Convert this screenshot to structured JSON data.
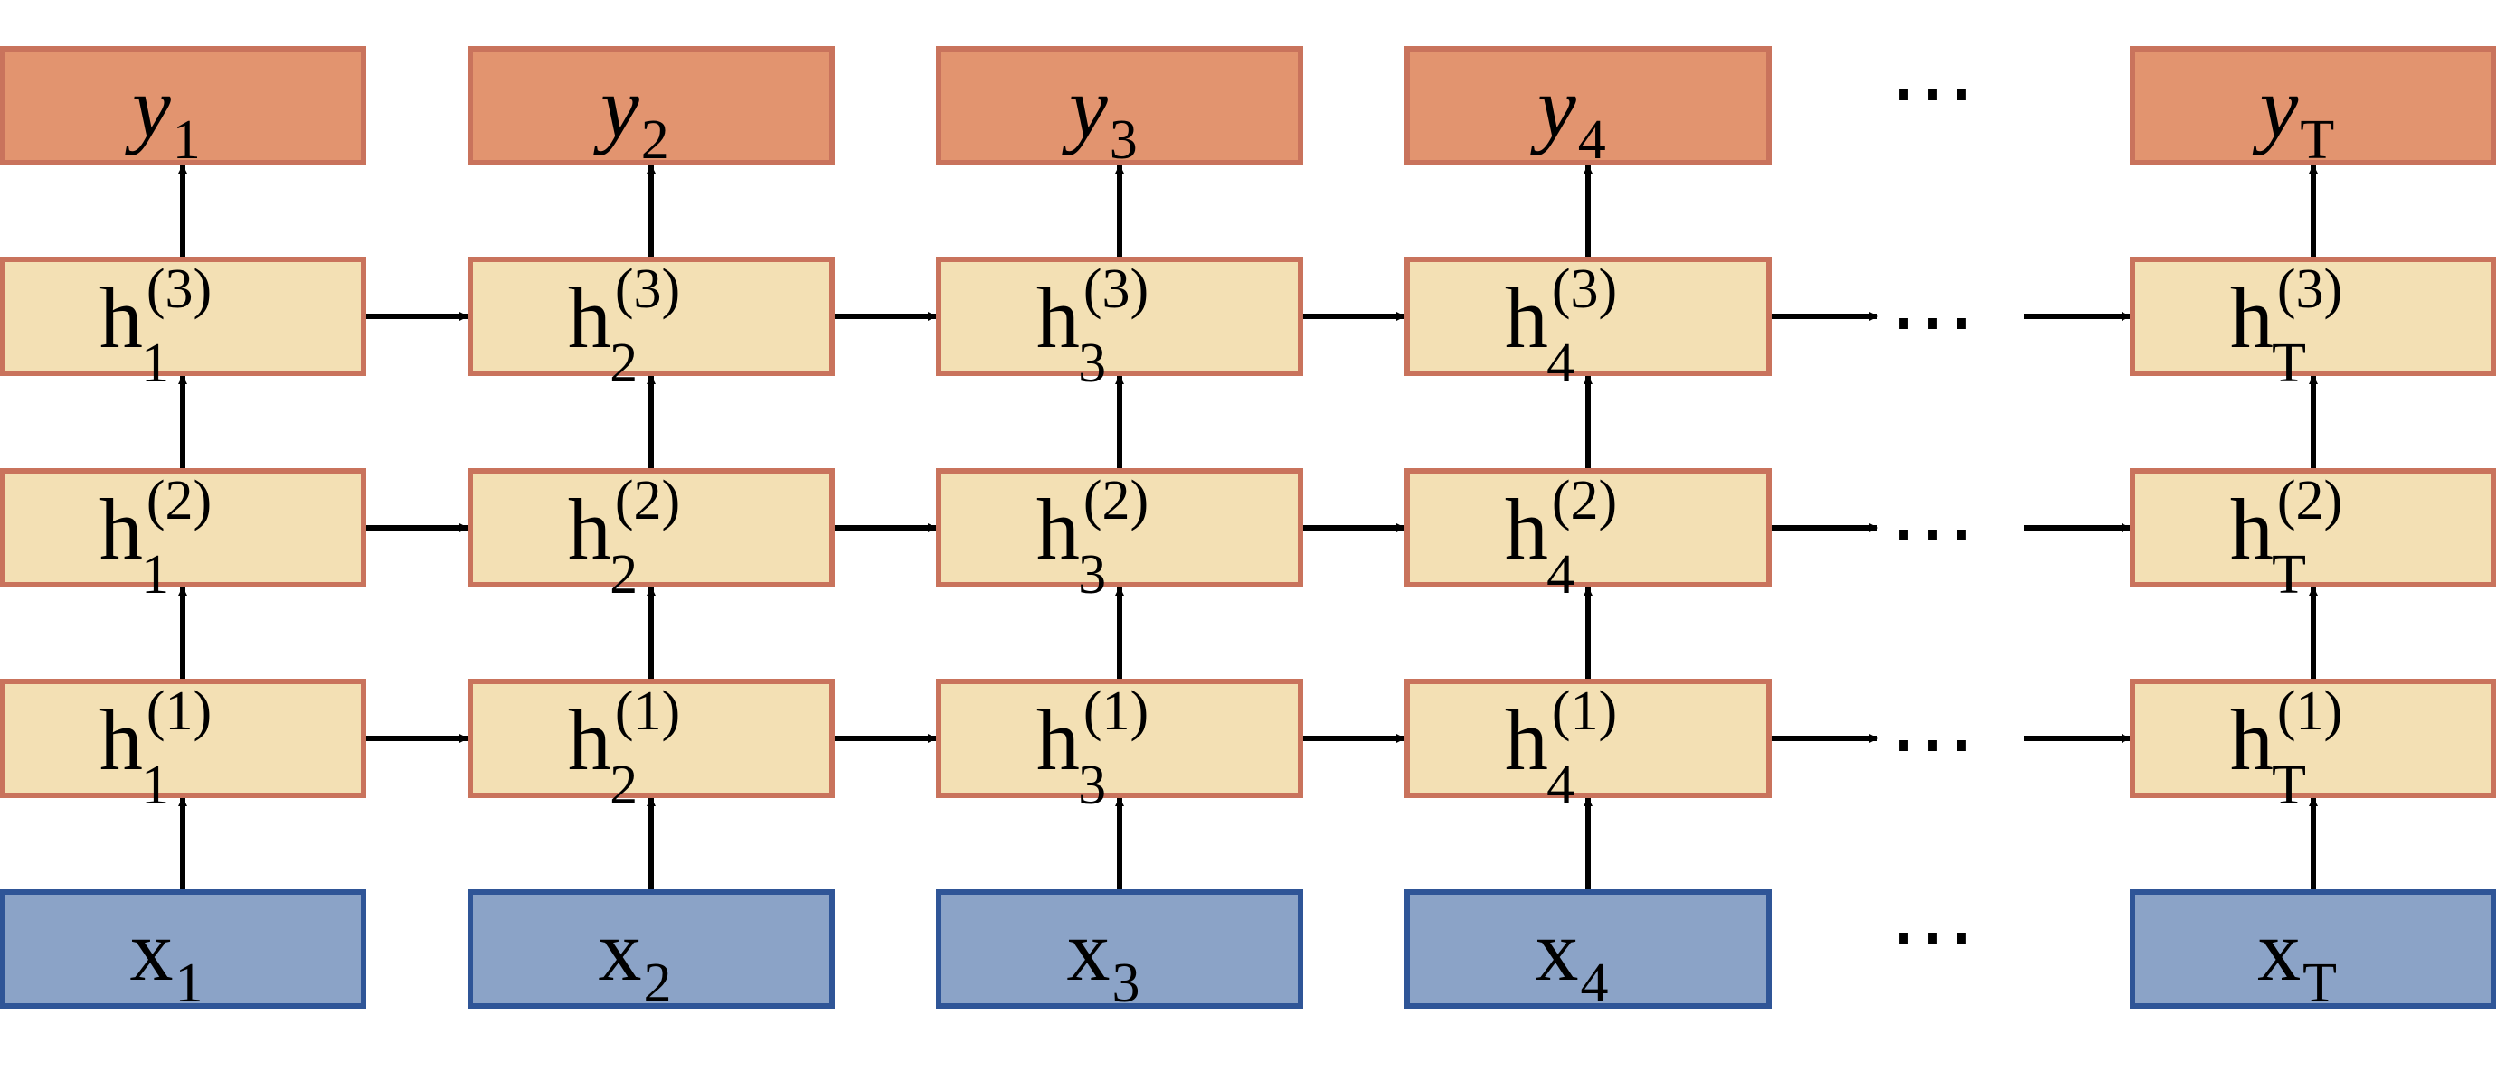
{
  "colors": {
    "output_fill": "#E2946F",
    "output_stroke": "#C9735C",
    "hidden_fill": "#F3E0B4",
    "hidden_stroke": "#C9735C",
    "input_fill": "#8BA3C7",
    "input_stroke": "#2F5597",
    "arrow": "#000000"
  },
  "ellipsis": "⋯",
  "columns": [
    {
      "key": "1",
      "output": {
        "base": "y",
        "sub": "1"
      },
      "hidden_base": "h",
      "hidden_sub": "1",
      "input": {
        "base": "x",
        "sub": "1"
      }
    },
    {
      "key": "2",
      "output": {
        "base": "y",
        "sub": "2"
      },
      "hidden_base": "h",
      "hidden_sub": "2",
      "input": {
        "base": "x",
        "sub": "2"
      }
    },
    {
      "key": "3",
      "output": {
        "base": "y",
        "sub": "3"
      },
      "hidden_base": "h",
      "hidden_sub": "3",
      "input": {
        "base": "x",
        "sub": "3"
      }
    },
    {
      "key": "4",
      "output": {
        "base": "y",
        "sub": "4"
      },
      "hidden_base": "h",
      "hidden_sub": "4",
      "input": {
        "base": "x",
        "sub": "4"
      }
    },
    {
      "key": "T",
      "output": {
        "base": "y",
        "sub": "T"
      },
      "hidden_base": "h",
      "hidden_sub": "T",
      "input": {
        "base": "x",
        "sub": "T"
      }
    }
  ],
  "layers": [
    {
      "key": "3",
      "sup": "(3)"
    },
    {
      "key": "2",
      "sup": "(2)"
    },
    {
      "key": "1",
      "sup": "(1)"
    }
  ]
}
